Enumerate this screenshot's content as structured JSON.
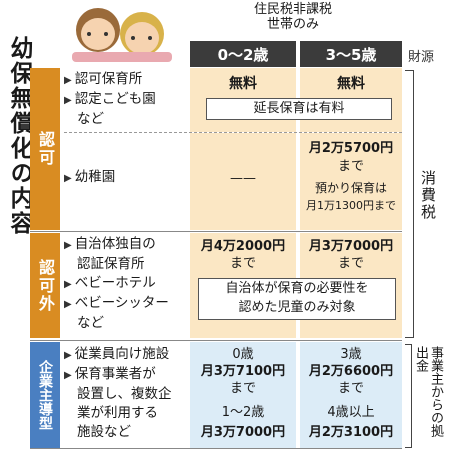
{
  "title": "幼保無償化の内容",
  "header": {
    "condition": "住民税非課税\n世帯のみ",
    "col_0_2": "0〜2歳",
    "col_3_5": "3〜5歳",
    "source": "財源"
  },
  "bands": {
    "ninka": "認可",
    "ninkagai": "認可外",
    "kigyo": "企業主導型"
  },
  "rows": {
    "ninka_a_items": [
      "認可保育所",
      "認定こども園",
      "など"
    ],
    "ninka_a_02": "無料",
    "ninka_a_35": "無料",
    "ninka_a_note": "延長保育は有料",
    "ninka_b_item": "幼稚園",
    "ninka_b_02": "——",
    "ninka_b_35_amount": "月2万5700円",
    "ninka_b_35_made": "まで",
    "ninka_b_35_note1": "預かり保育は",
    "ninka_b_35_note2": "月1万1300円まで",
    "ninkagai_items": [
      "自治体独自の",
      "認証保育所",
      "ベビーホテル",
      "ベビーシッター",
      "など"
    ],
    "ninkagai_02_amount": "月4万2000円",
    "ninkagai_02_made": "まで",
    "ninkagai_35_amount": "月3万7000円",
    "ninkagai_35_made": "まで",
    "ninkagai_note1": "自治体が保育の必要性を",
    "ninkagai_note2": "認めた児童のみ対象",
    "kigyo_items": [
      "従業員向け施設",
      "保育事業者が",
      "設置し、複数企",
      "業が利用する",
      "施設など"
    ],
    "kigyo_02_age1": "0歳",
    "kigyo_02_amt1": "月3万7100円",
    "kigyo_02_made": "まで",
    "kigyo_02_age2": "1〜2歳",
    "kigyo_02_amt2": "月3万7000円",
    "kigyo_35_age1": "3歳",
    "kigyo_35_amt1": "月2万6600円",
    "kigyo_35_made": "まで",
    "kigyo_35_age2": "4歳以上",
    "kigyo_35_amt2": "月2万3100円"
  },
  "sources": {
    "tax": "消費税",
    "business": "事業主からの拠出金"
  },
  "colors": {
    "orange_band": "#d98c22",
    "blue_band": "#4a7fc1",
    "warm_cell": "#fbe7c4",
    "cool_cell": "#dcecf7",
    "header_dark": "#3b3b3b"
  }
}
